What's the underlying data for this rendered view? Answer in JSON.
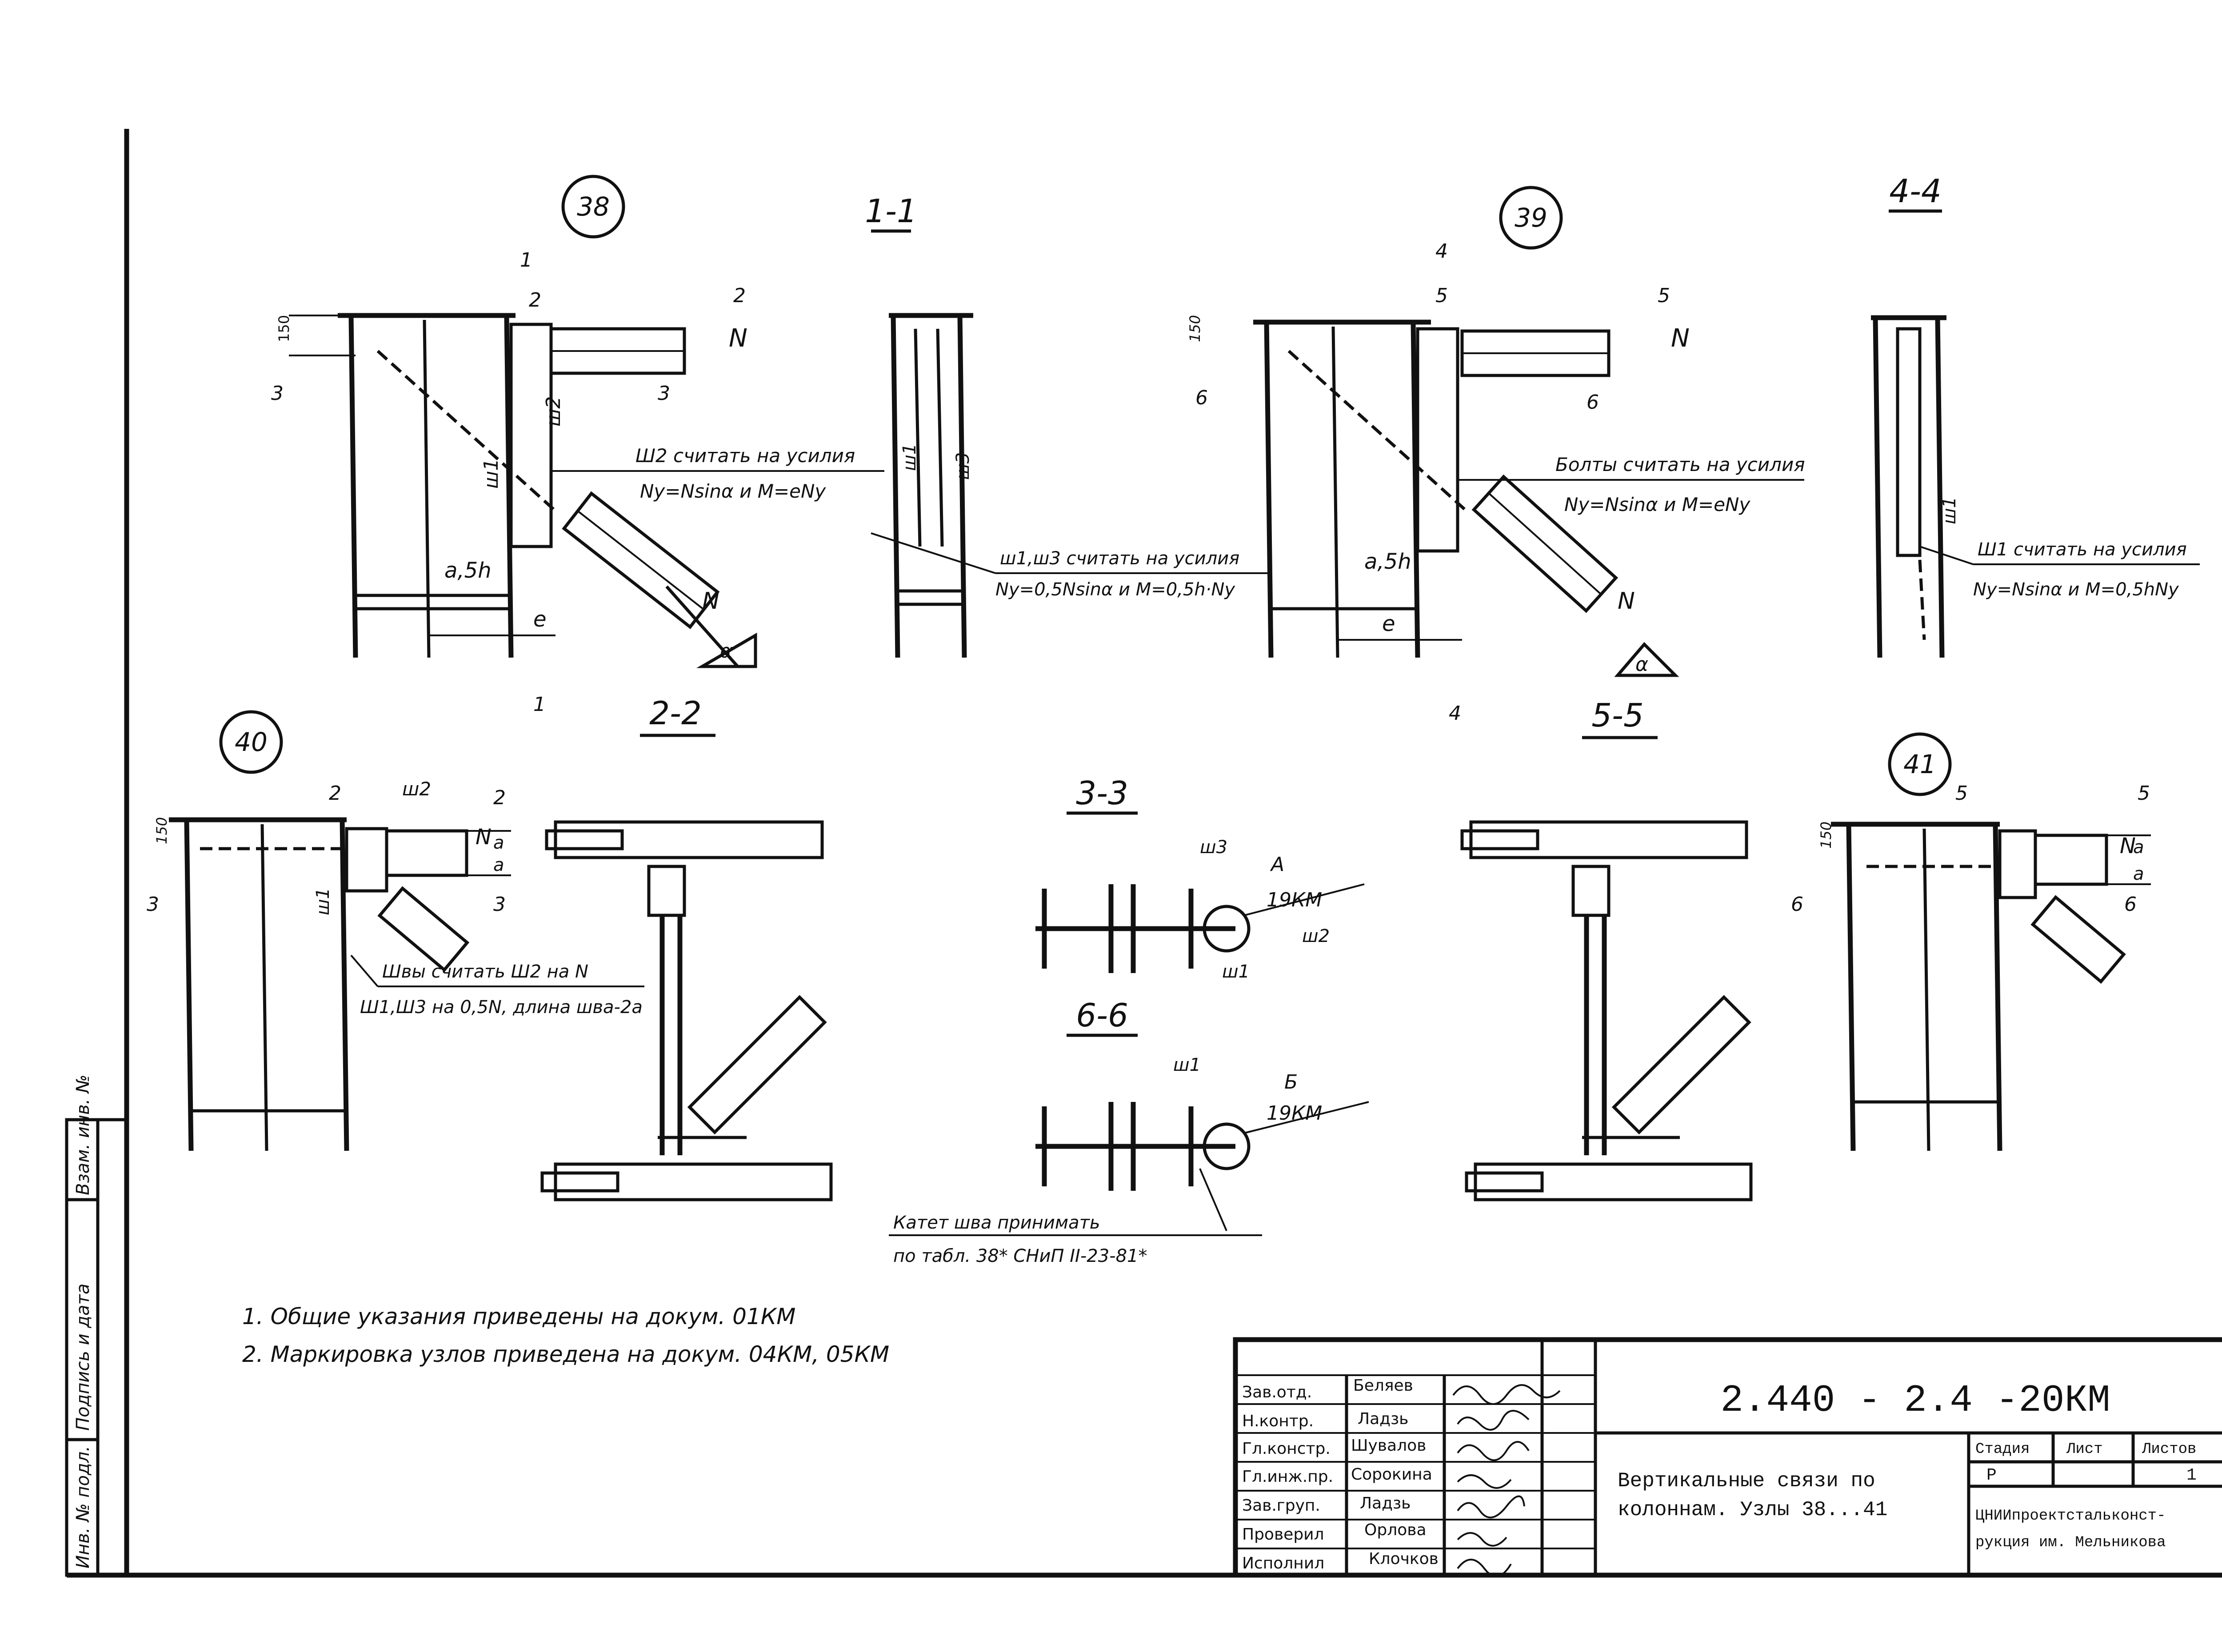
{
  "nodes": {
    "n38": "38",
    "n39": "39",
    "n40": "40",
    "n41": "41"
  },
  "sections": {
    "s11": "1-1",
    "s22": "2-2",
    "s33": "3-3",
    "s44": "4-4",
    "s55": "5-5",
    "s66": "6-6"
  },
  "cut_marks": {
    "m1": "1",
    "m2": "2",
    "m3": "3",
    "m4": "4",
    "m5": "5",
    "m6": "6"
  },
  "labels": {
    "N": "N",
    "alpha": "α",
    "e": "e",
    "a": "a",
    "h150": "150",
    "ash": "a,5h",
    "w1": "ш1",
    "w2": "ш2",
    "w3": "ш3",
    "A": "А",
    "B": "Б",
    "km19": "19КМ"
  },
  "notes": {
    "n38_1": "Ш2 считать на усилия",
    "n38_2": "Ny=Nsinα и M=eNy",
    "n11_1": "ш1,ш3 считать на усилия",
    "n11_2": "Ny=0,5Nsinα и M=0,5h·Ny",
    "n39_1": "Болты считать на усилия",
    "n39_2": "Ny=Nsinα и M=eNy",
    "n44_1": "Ш1 считать на усилия",
    "n44_2": "Ny=Nsinα и M=0,5hNy",
    "n40_1": "Швы считать Ш2 на N",
    "n40_2": "Ш1,Ш3 на 0,5N, длина шва-2а",
    "katet_1": "Катет шва принимать",
    "katet_2": "по табл. 38* СНиП II-23-81*",
    "general_1": "1. Общие указания приведены на докум. 01КМ",
    "general_2": "2. Маркировка узлов приведена на докум. 04КМ, 05КМ"
  },
  "side_stamp": {
    "inv": "Инв. № подл.",
    "sign": "Подпись и дата",
    "vzam": "Взам. инв. №"
  },
  "title_block": {
    "doc_code": "2.440 - 2.4 -20КМ",
    "title_line1": "Вертикальные связи по",
    "title_line2": "колоннам. Узлы 38...41",
    "stage_hdr": "Стадия",
    "sheet_hdr": "Лист",
    "sheets_hdr": "Листов",
    "stage": "Р",
    "sheet": "",
    "sheets": "1",
    "org_line1": "ЦНИИпроектстальконст-",
    "org_line2": "рукция им. Мельникова",
    "roles": [
      {
        "role": "Зав.отд.",
        "name": "Беляев"
      },
      {
        "role": "Н.контр.",
        "name": "Ладзь"
      },
      {
        "role": "Гл.констр.",
        "name": "Шувалов"
      },
      {
        "role": "Гл.инж.пр.",
        "name": "Сорокина"
      },
      {
        "role": "Зав.груп.",
        "name": "Ладзь"
      },
      {
        "role": "Проверил",
        "name": "Орлова"
      },
      {
        "role": "Исполнил",
        "name": "Клочков"
      }
    ]
  }
}
